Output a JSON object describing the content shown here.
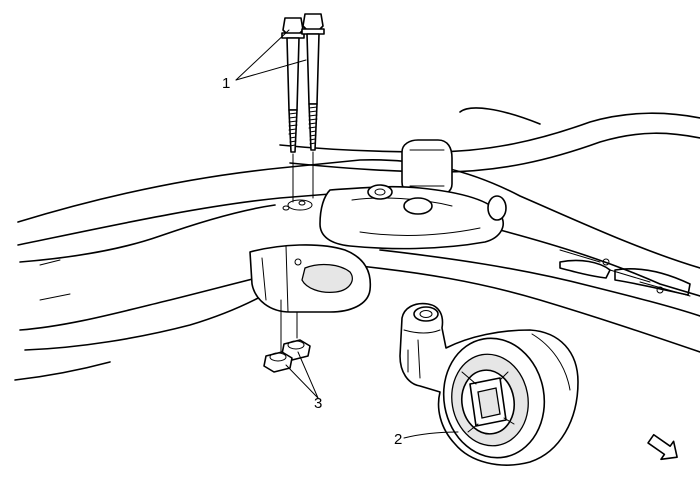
{
  "callouts": {
    "bolts": "1",
    "mount": "2",
    "nuts": "3"
  },
  "icons": {
    "view_direction": "arrow-icon"
  }
}
